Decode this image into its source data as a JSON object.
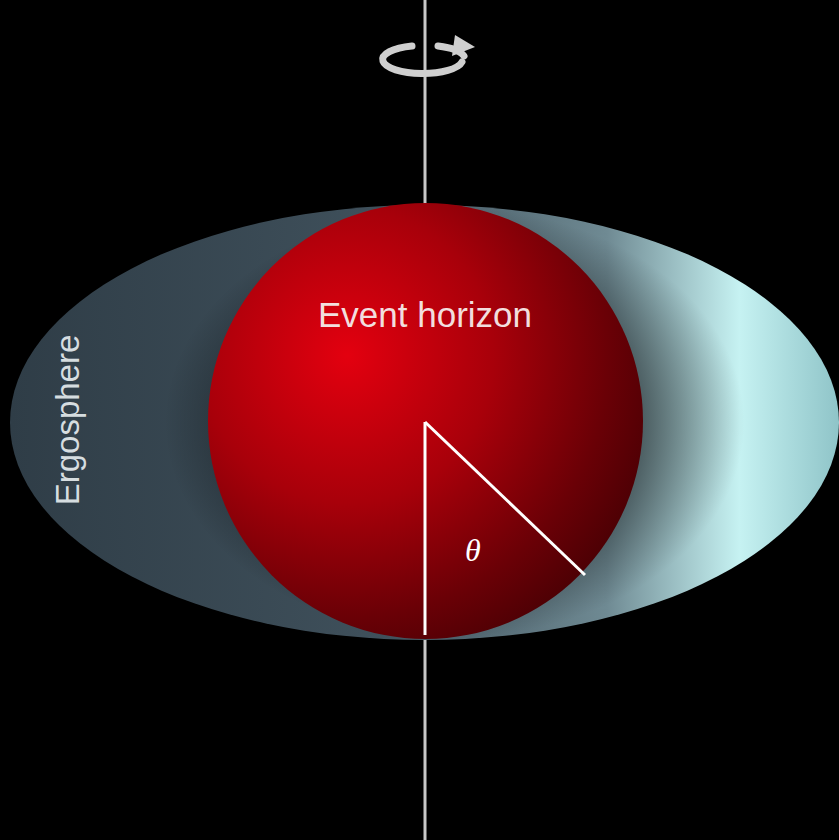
{
  "diagram": {
    "nodes": [
      {
        "text": [
          "Ergosphere"
        ]
      },
      {
        "text": [
          "Event horizon"
        ]
      }
    ],
    "labels": [
      "θ"
    ]
  }
}
